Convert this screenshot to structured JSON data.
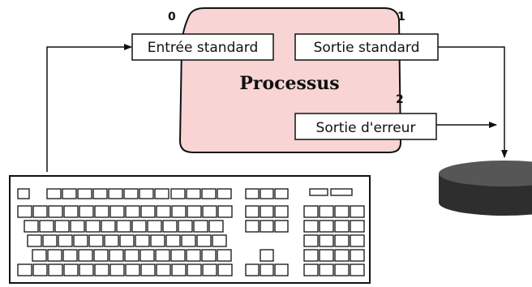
{
  "diagram": {
    "process": {
      "label": "Processus",
      "color": "#f8d4d4"
    },
    "streams": [
      {
        "fd": "0",
        "label": "Entrée standard"
      },
      {
        "fd": "1",
        "label": "Sortie standard"
      },
      {
        "fd": "2",
        "label": "Sortie d'erreur"
      }
    ],
    "colors": {
      "stroke": "#111111",
      "disk": "#2e2e2e",
      "disk_top": "#565656"
    }
  }
}
